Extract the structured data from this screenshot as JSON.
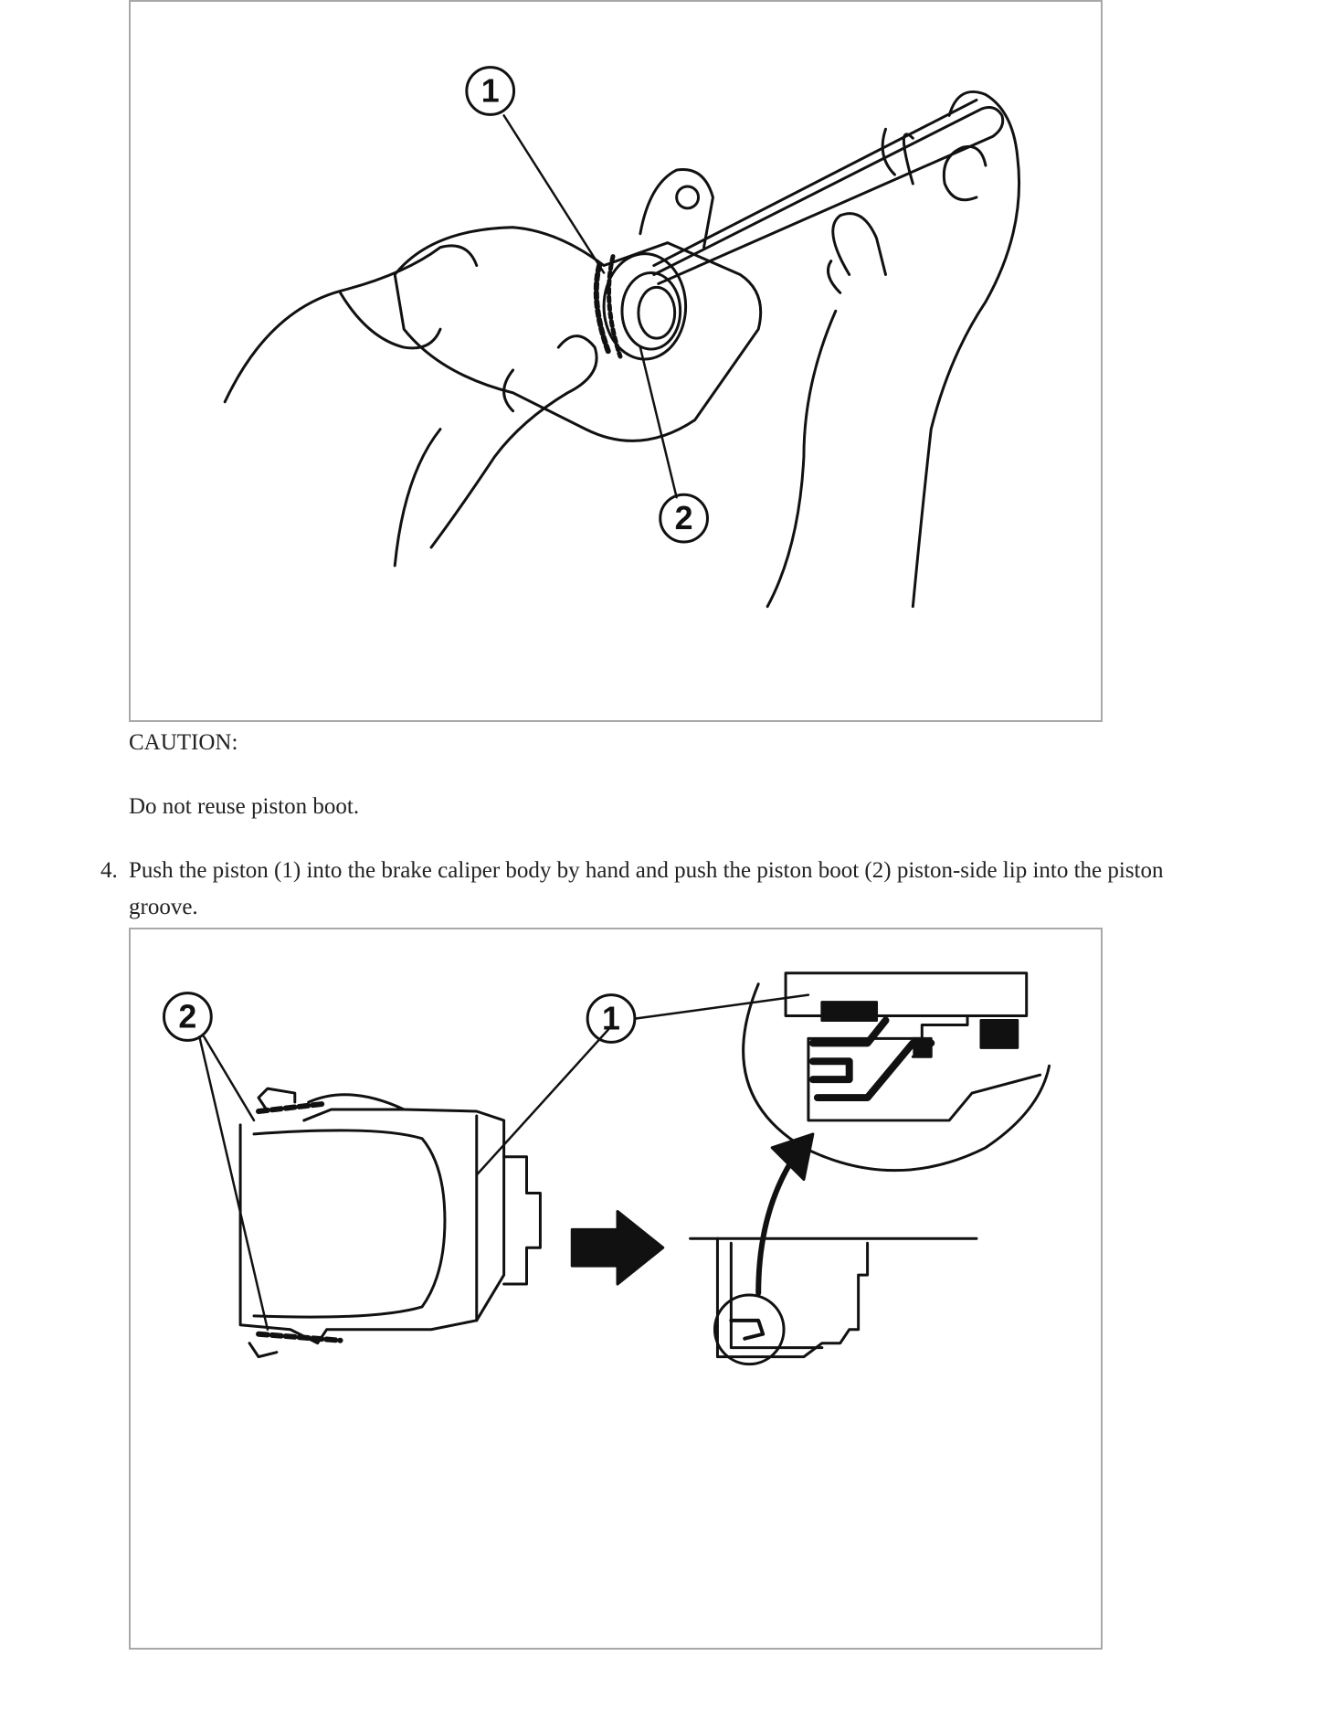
{
  "figure1": {
    "callouts": [
      "1",
      "2"
    ]
  },
  "caution": {
    "label": "CAUTION:",
    "text": "Do not reuse piston boot."
  },
  "step4": {
    "number": "4.",
    "text": "Push the piston (1) into the brake caliper body by hand and push the piston boot (2) piston-side lip into the piston groove."
  },
  "figure2": {
    "callouts": [
      "2",
      "1"
    ]
  }
}
